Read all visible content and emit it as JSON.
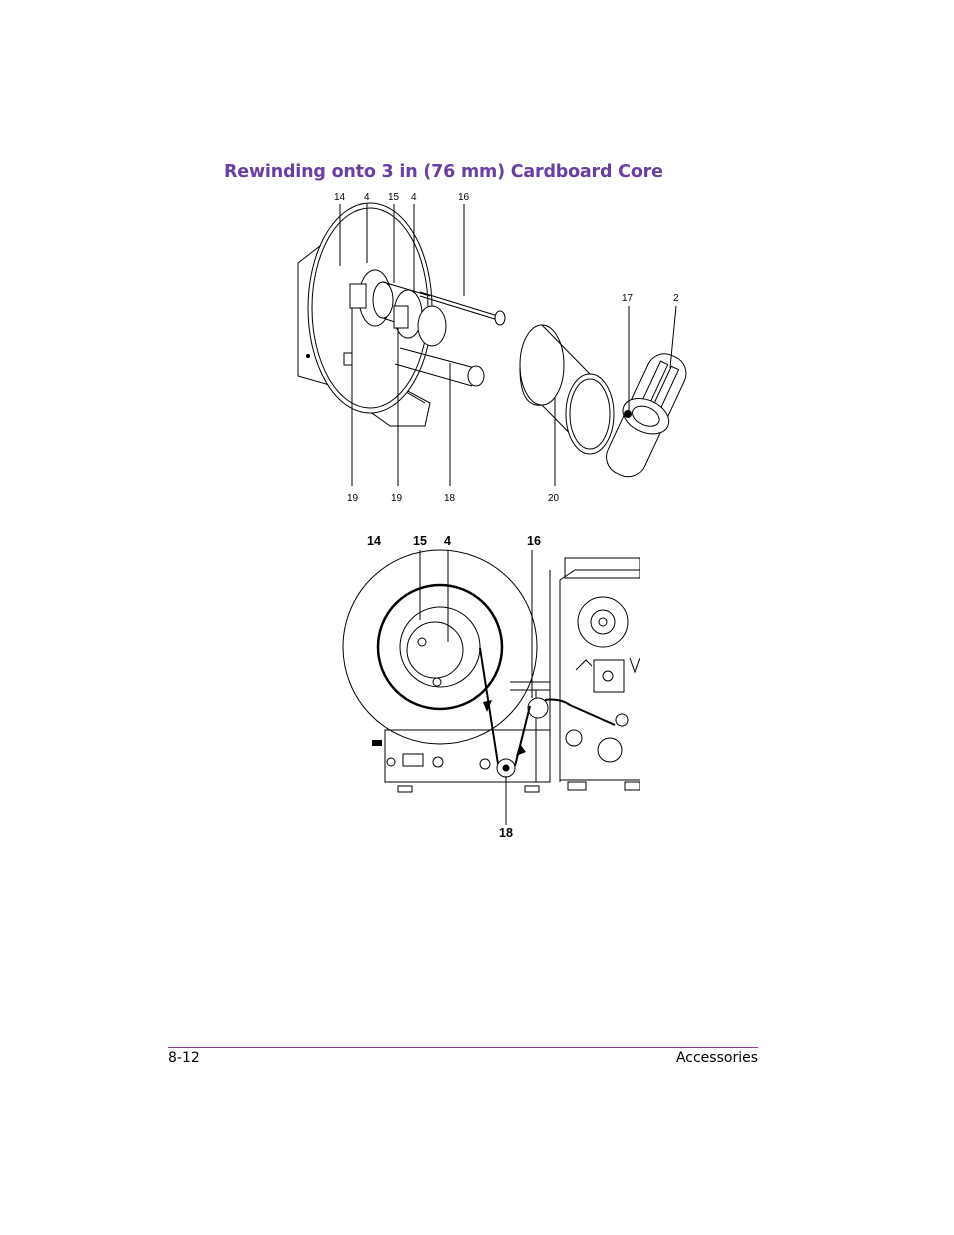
{
  "section_heading": "Rewinding onto 3 in (76 mm) Cardboard Core",
  "figure1": {
    "callouts_top": [
      "14",
      "4",
      "15",
      "4",
      "16"
    ],
    "callouts_right": [
      "17",
      "2"
    ],
    "callouts_bottom": [
      "19",
      "19",
      "18",
      "20"
    ]
  },
  "figure2": {
    "callouts_top": [
      "14",
      "15",
      "4",
      "16"
    ],
    "callouts_bottom": [
      "18"
    ]
  },
  "footer": {
    "page_number": "8-12",
    "chapter": "Accessories"
  },
  "colors": {
    "heading": "#6a3fa0",
    "rule": "#8a3c8a"
  }
}
